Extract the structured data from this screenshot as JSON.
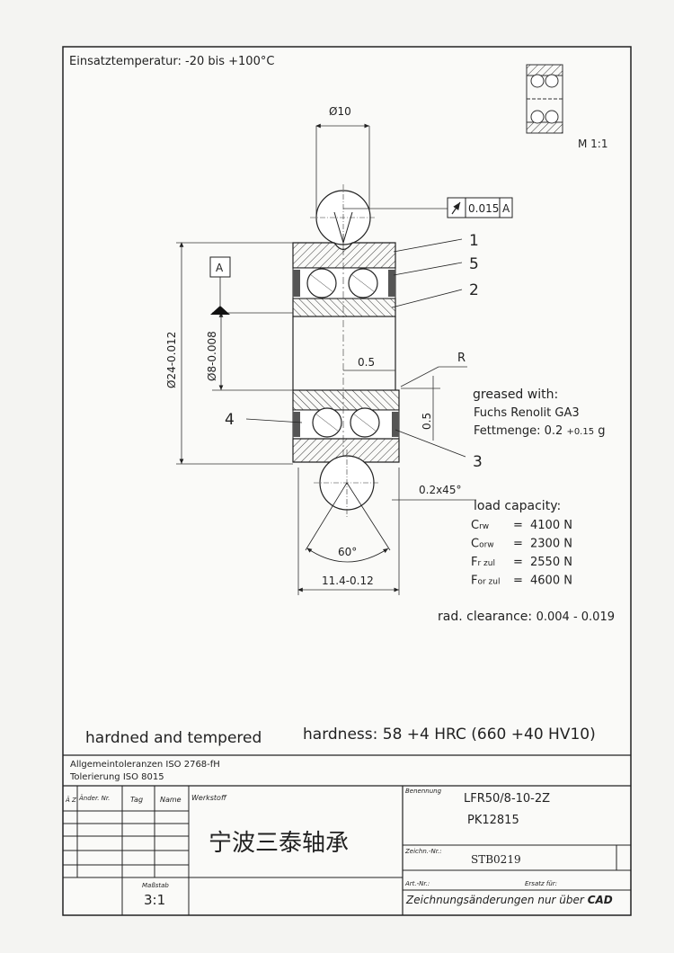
{
  "header": {
    "temperature": "Einsatztemperatur: -20 bis +100°C",
    "scale_small": "M 1:1"
  },
  "dimensions": {
    "top_diameter": "Ø10",
    "runout_value": "0.015",
    "runout_datum": "A",
    "datum_label": "A",
    "outer_diameter": "Ø24-0.012",
    "bore_diameter": "Ø8-0.008",
    "dim_05_h": "0.5",
    "dim_05_v": "0.5",
    "radius": "R",
    "chamfer": "0.2x45°",
    "angle": "60°",
    "width": "11.4-0.12"
  },
  "callouts": {
    "c1": "1",
    "c2": "5",
    "c3": "2",
    "c4": "4",
    "c5": "3"
  },
  "grease": {
    "title": "greased with:",
    "type": "Fuchs Renolit GA3",
    "amount_label": "Fettmenge: 0.2",
    "amount_tol": "+0.15",
    "amount_unit": "g"
  },
  "load": {
    "title": "load capacity:",
    "rows": [
      {
        "sym": "C",
        "sub": "rw",
        "eq": "=",
        "val": "4100 N"
      },
      {
        "sym": "C",
        "sub": "orw",
        "eq": "=",
        "val": "2300 N"
      },
      {
        "sym": "F",
        "sub": "r zul",
        "eq": "=",
        "val": "2550 N"
      },
      {
        "sym": "F",
        "sub": "or zul",
        "eq": "=",
        "val": "4600 N"
      }
    ]
  },
  "clearance": {
    "label": "rad. clearance:",
    "value": "0.004 - 0.019"
  },
  "hardening": {
    "left": "hardned and tempered",
    "right": "hardness: 58 +4 HRC (660 +40 HV10)"
  },
  "title_block": {
    "tol1": "Allgemeintoleranzen ISO 2768-fH",
    "tol2": "Tolerierung ISO 8015",
    "col_az": "Ä Z",
    "col_aender": "Änder. Nr.",
    "col_tag": "Tag",
    "col_name": "Name",
    "werkstoff_label": "Werkstoff",
    "company": "宁波三泰轴承",
    "benennung_label": "Benennung",
    "part_name": "LFR50/8-10-2Z",
    "part_code": "PK12815",
    "zeichn_label": "Zeichn.-Nr.:",
    "drawing_no": "STB0219",
    "massstab_label": "Maßstab",
    "scale": "3:1",
    "art_label": "Art.-Nr.:",
    "ersatz_label": "Ersatz für:",
    "footer": "Zeichnungsänderungen nur über",
    "footer_cad": "CAD"
  }
}
